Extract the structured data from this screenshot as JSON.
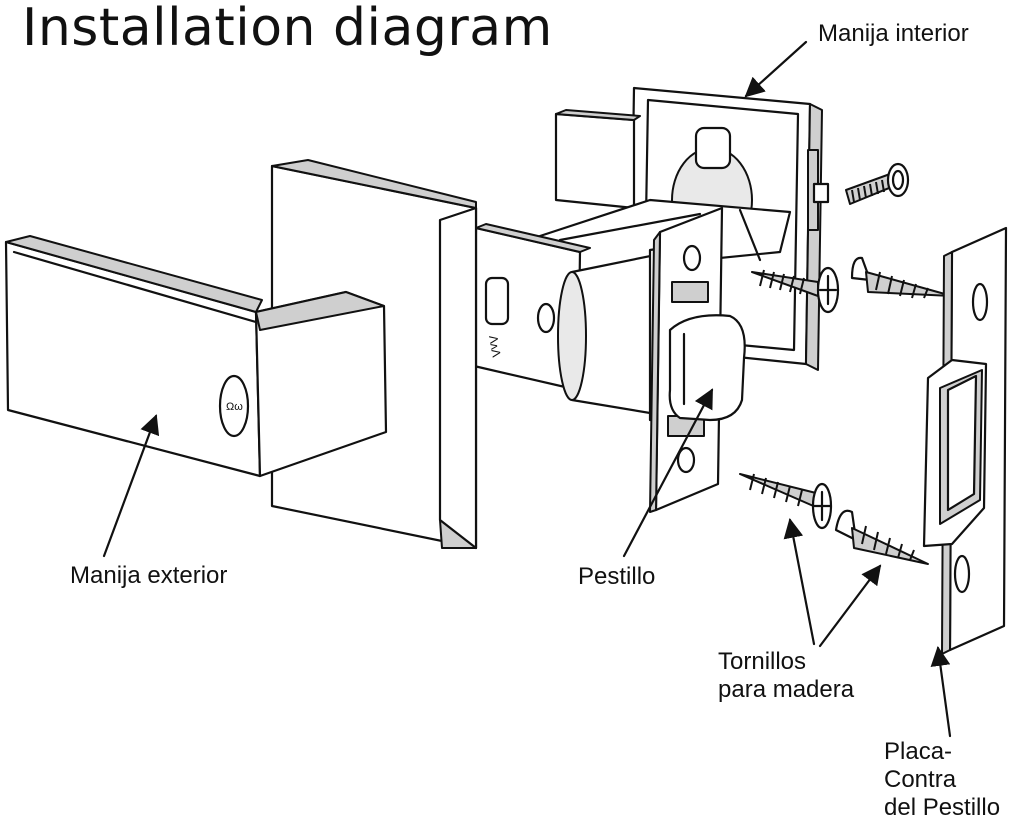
{
  "title": "Installation diagram",
  "labels": {
    "manija_interior": "Manija interior",
    "manija_exterior": "Manija exterior",
    "pestillo": "Pestillo",
    "tornillos_line1": "Tornillos",
    "tornillos_line2": "para madera",
    "placa_line1": "Placa-Contra",
    "placa_line2": "del Pestillo"
  }
}
